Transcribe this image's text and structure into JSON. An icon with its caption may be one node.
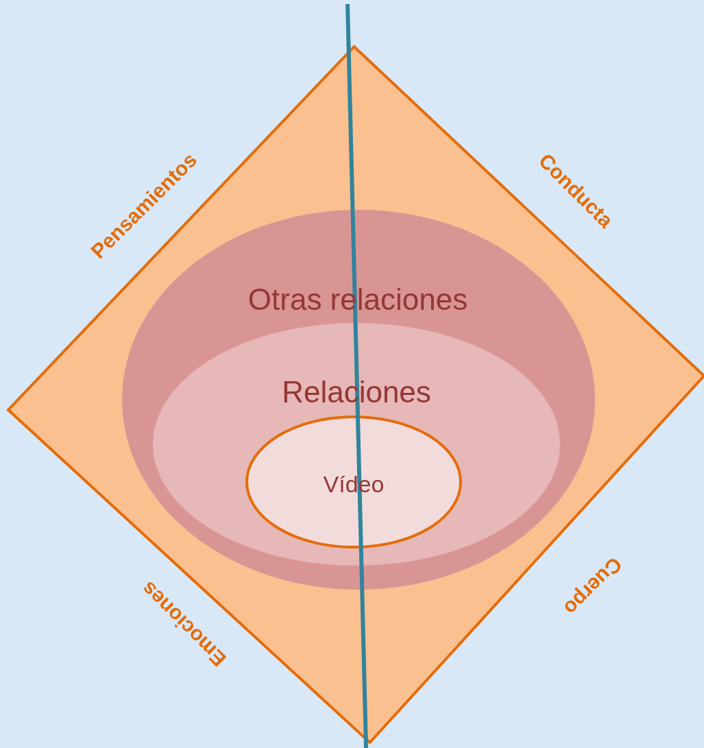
{
  "diagram": {
    "nodes": [
      {
        "text": [
          "Pensamientos",
          "Conducta",
          "Emociones",
          "Cuerpo"
        ]
      },
      {
        "text": [
          "Otras relaciones"
        ],
        "in": 0
      },
      {
        "text": [
          "Relaciones"
        ],
        "in": 1
      },
      {
        "text": [
          "Vídeo"
        ],
        "in": 2
      }
    ]
  }
}
